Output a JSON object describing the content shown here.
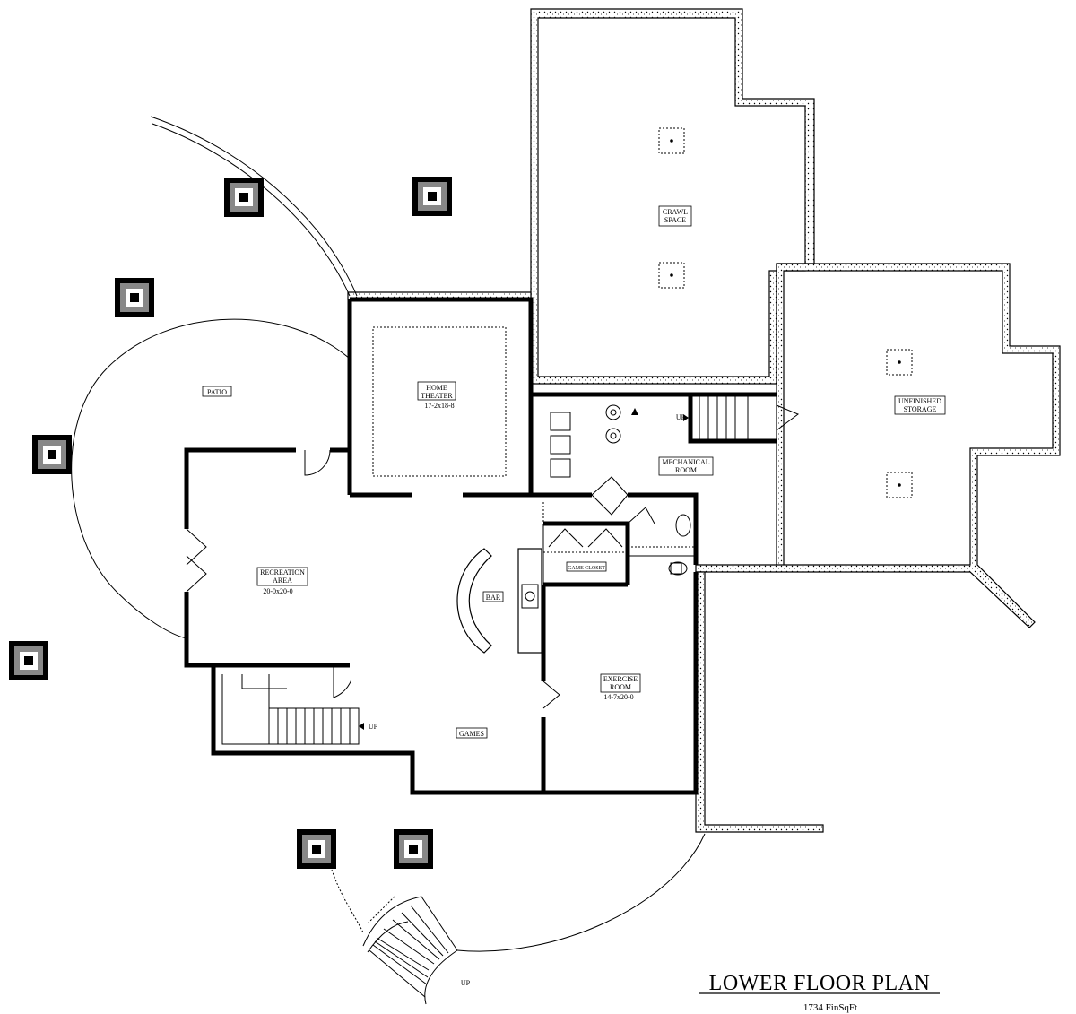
{
  "plan": {
    "title": "LOWER FLOOR PLAN",
    "subtitle": "1734 FinSqFt",
    "rooms": {
      "crawl_space": [
        "CRAWL",
        "SPACE"
      ],
      "unfinished_storage": [
        "UNFINISHED",
        "STORAGE"
      ],
      "home_theater": [
        "HOME",
        "THEATER"
      ],
      "home_theater_size": "17-2x18-8",
      "patio": "PATIO",
      "mechanical_room": [
        "MECHANICAL",
        "ROOM"
      ],
      "recreation_area": [
        "RECREATION",
        "AREA"
      ],
      "recreation_area_size": "20-0x20-0",
      "bar": "BAR",
      "game_closet": "GAME CLOSET",
      "exercise_room": [
        "EXERCISE",
        "ROOM"
      ],
      "exercise_room_size": "14-7x20-0",
      "games": "GAMES"
    },
    "stair_labels": {
      "mechanical": "UP",
      "main": "UP",
      "exterior": "UP"
    }
  }
}
